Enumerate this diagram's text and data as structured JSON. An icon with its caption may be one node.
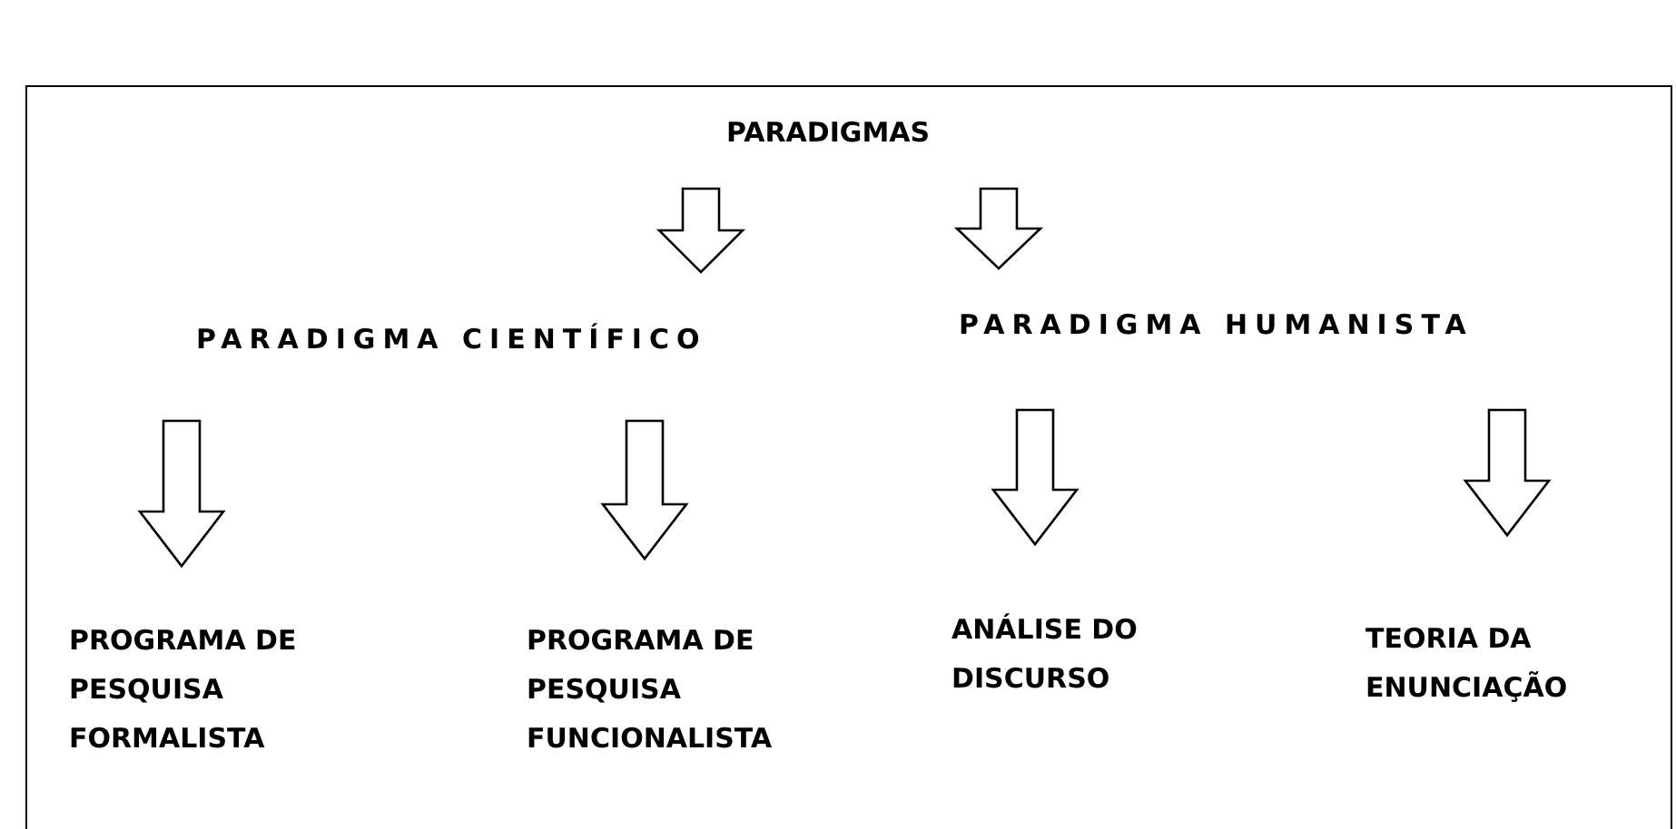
{
  "diagram": {
    "nodes": [
      {
        "text": [
          "PARADIGMAS"
        ]
      },
      {
        "text": [
          "PARADIGMA CIENTÍFICO"
        ]
      },
      {
        "text": [
          "PARADIGMA HUMANISTA"
        ]
      },
      {
        "text": [
          "PROGRAMA DE PESQUISA FORMALISTA"
        ]
      },
      {
        "text": [
          "PROGRAMA DE PESQUISA FUNCIONALISTA"
        ]
      },
      {
        "text": [
          "ANÁLISE DO DISCURSO"
        ]
      },
      {
        "text": [
          "TEORIA DA ENUNCIAÇÃO"
        ]
      }
    ],
    "edges": [
      {
        "from": 0,
        "to": 1,
        "arrow": "to"
      },
      {
        "from": 0,
        "to": 2,
        "arrow": "to"
      },
      {
        "from": 1,
        "to": 3,
        "arrow": "to"
      },
      {
        "from": 1,
        "to": 4,
        "arrow": "to"
      },
      {
        "from": 2,
        "to": 5,
        "arrow": "to"
      },
      {
        "from": 2,
        "to": 6,
        "arrow": "to"
      }
    ]
  }
}
